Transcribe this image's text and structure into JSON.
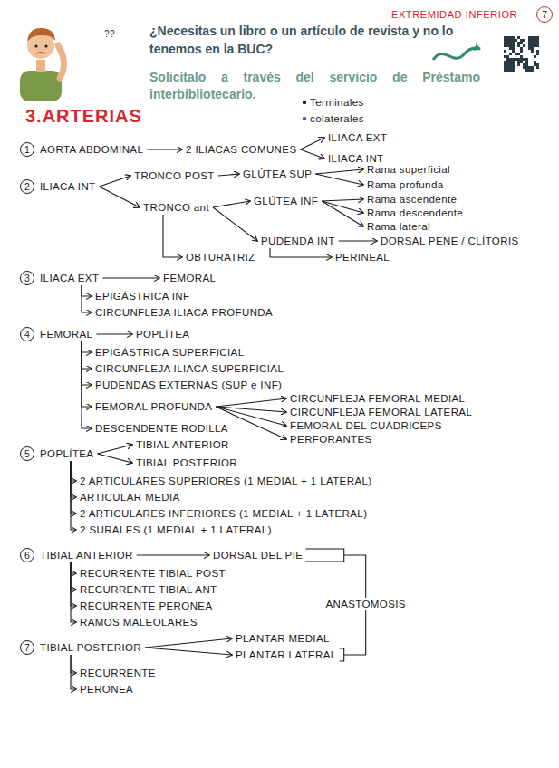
{
  "diagram": {
    "title": "3.ARTERIAS",
    "nodes": [
      {
        "text": [
          "7"
        ]
      },
      {
        "text": [
          "1"
        ]
      },
      {
        "text": [
          "2"
        ]
      },
      {
        "text": [
          "3"
        ]
      },
      {
        "text": [
          "4"
        ]
      },
      {
        "text": [
          "5"
        ]
      },
      {
        "text": [
          "6"
        ]
      },
      {
        "text": [
          "7"
        ]
      }
    ],
    "labels": [
      "EXTREMIDAD INFERIOR",
      "??",
      "¿Necesitas un libro o un artículo de revista y no lo tenemos en la BUC?",
      "Solicítalo a través del servicio de Préstamo interbibliotecario.",
      "Terminales",
      "colaterales",
      "AORTA ABDOMINAL",
      "2 ILIACAS COMUNES",
      "ILIACA EXT",
      "ILIACA INT",
      "ILIACA INT",
      "TRONCO POST",
      "GLÚTEA SUP",
      "Rama superficial",
      "Rama profunda",
      "TRONCO ant",
      "GLÚTEA INF",
      "Rama ascendente",
      "Rama descendente",
      "Rama lateral",
      "PUDENDA INT",
      "DORSAL PENE / CLÍTORIS",
      "OBTURATRIZ",
      "PERINEAL",
      "ILIACA EXT",
      "FEMORAL",
      "EPIGÁSTRICA INF",
      "CIRCUNFLEJA ILIACA PROFUNDA",
      "FEMORAL",
      "POPLÍTEA",
      "EPIGÁSTRICA SUPERFICIAL",
      "CIRCUNFLEJA ILIACA SUPERFICIAL",
      "PUDENDAS EXTERNAS (SUP e INF)",
      "FEMORAL PROFUNDA",
      "CIRCUNFLEJA FEMORAL MEDIAL",
      "CIRCUNFLEJA FEMORAL LATERAL",
      "FEMORAL DEL CUÁDRICEPS",
      "PERFORANTES",
      "DESCENDENTE RODILLA",
      "POPLÍTEA",
      "TIBIAL ANTERIOR",
      "TIBIAL POSTERIOR",
      "2 ARTICULARES SUPERIORES (1 MEDIAL + 1 LATERAL)",
      "ARTICULAR MEDIA",
      "2 ARTICULARES INFERIORES (1 MEDIAL + 1 LATERAL)",
      "2 SURALES (1 MEDIAL + 1 LATERAL)",
      "TIBIAL ANTERIOR",
      "DORSAL DEL PIE",
      "RECURRENTE TIBIAL POST",
      "RECURRENTE TIBIAL ANT",
      "RECURRENTE PERONEA",
      "RAMOS MALEOLARES",
      "ANASTOMOSIS",
      "TIBIAL POSTERIOR",
      "PLANTAR MEDIAL",
      "PLANTAR LATERAL",
      "RECURRENTE",
      "PERONEA"
    ]
  }
}
